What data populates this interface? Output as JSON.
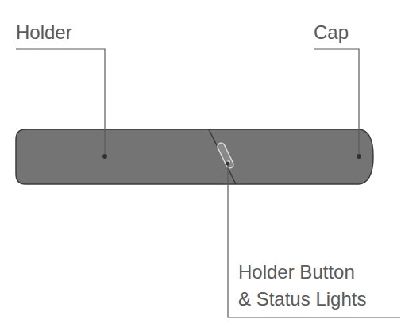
{
  "diagram": {
    "labels": [
      "Holder",
      "Cap",
      "Holder Button & Status Lights"
    ]
  }
}
